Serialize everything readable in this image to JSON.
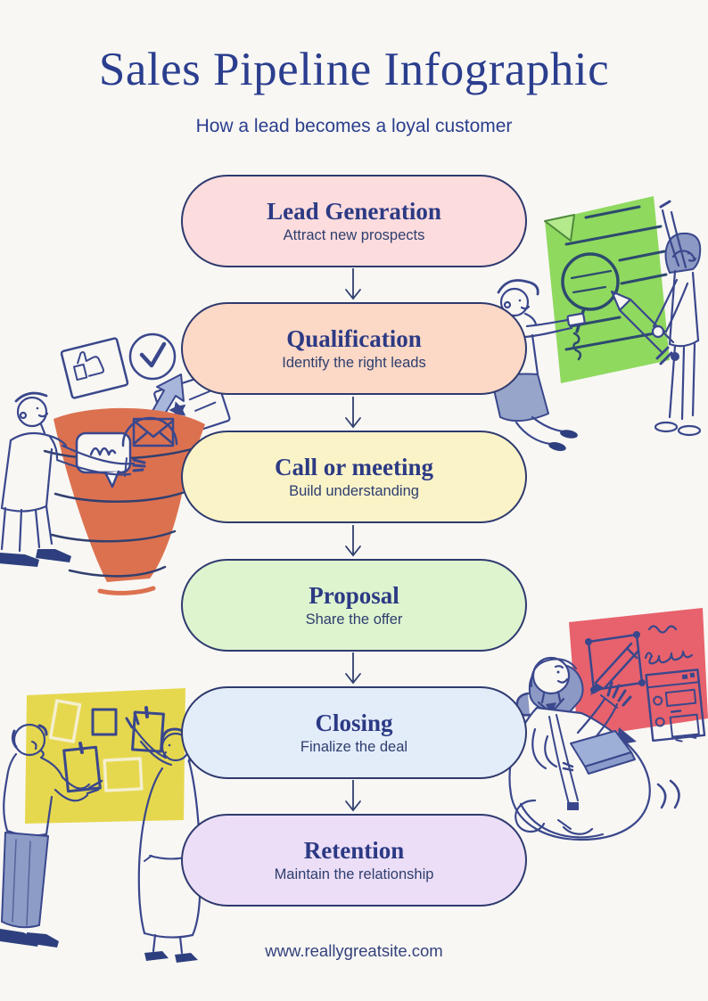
{
  "page": {
    "title": "Sales Pipeline Infographic",
    "subtitle": "How a lead becomes a loyal customer",
    "footer_url": "www.reallygreatsite.com"
  },
  "colors": {
    "background": "#f8f7f4",
    "line_navy": "#3a478c",
    "heading_navy": "#2b3e8e",
    "pill_border": "#2e3a6e",
    "doc_green": "#8fd95f",
    "funnel_orange": "#dc7150",
    "board_yellow": "#e6d84e",
    "panel_red": "#e7626c"
  },
  "stages": [
    {
      "id": "lead-generation",
      "title": "Lead Generation",
      "subtitle": "Attract new prospects",
      "fill": "#fcdcdd"
    },
    {
      "id": "qualification",
      "title": "Qualification",
      "subtitle": "Identify the right leads",
      "fill": "#fcd8c6"
    },
    {
      "id": "call-or-meeting",
      "title": "Call or meeting",
      "subtitle": "Build understanding",
      "fill": "#faf3c8"
    },
    {
      "id": "proposal",
      "title": "Proposal",
      "subtitle": "Share the offer",
      "fill": "#def4cf"
    },
    {
      "id": "closing",
      "title": "Closing",
      "subtitle": "Finalize the deal",
      "fill": "#e3ecf9"
    },
    {
      "id": "retention",
      "title": "Retention",
      "subtitle": "Maintain the relationship",
      "fill": "#ecdef7"
    }
  ],
  "decorations": {
    "top_right": "two-people-reviewing-green-document-with-magnifier-and-pencil",
    "middle_left": "sales-funnel-with-engagement-icons-and-pointing-man",
    "bottom_left": "two-people-at-yellow-sticky-note-board",
    "bottom_right": "woman-with-laptop-presenting-red-design-panel"
  }
}
